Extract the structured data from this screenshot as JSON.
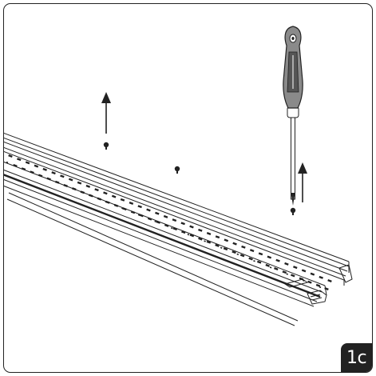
{
  "figure": {
    "step_label": "1c",
    "stroke_color": "#222222",
    "badge_color": "#222222",
    "screwdriver_handle_color": "#8a8a8a",
    "screwdriver_grip_color": "#555555"
  },
  "parts": {
    "tool_icon": "screwdriver-icon",
    "fastener_icon": "screw-icon",
    "direction_icon": "arrow-up-icon",
    "screw_count": 3,
    "arrow_count": 2
  }
}
